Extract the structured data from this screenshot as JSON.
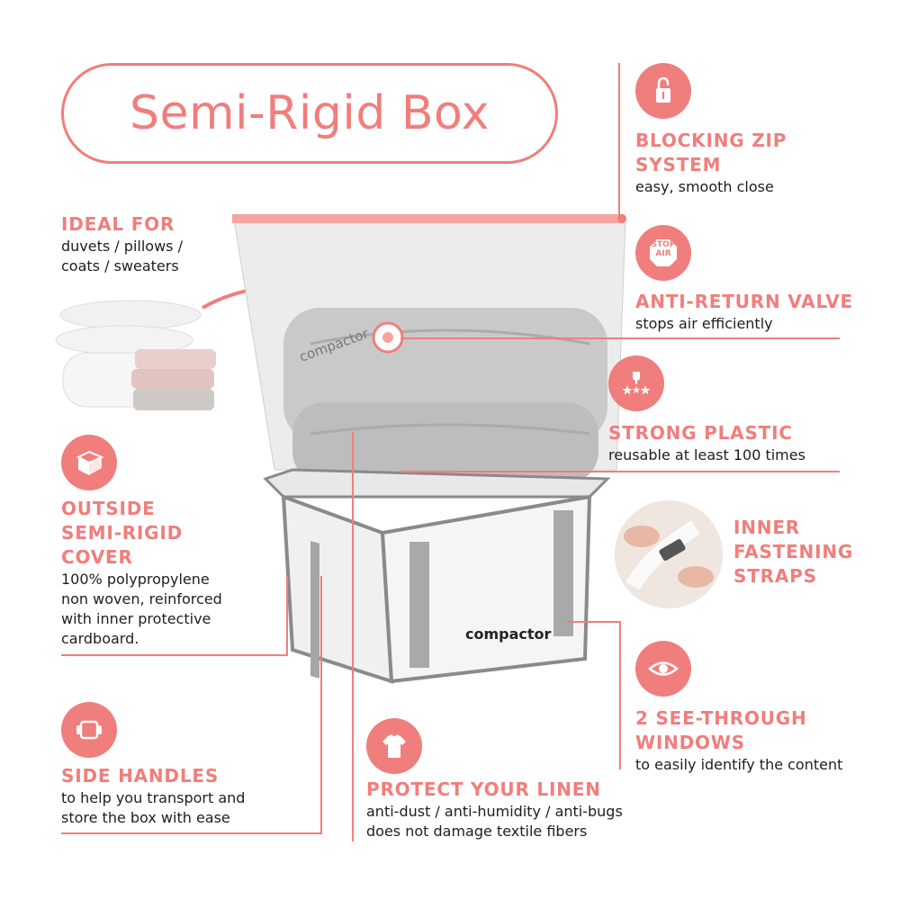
{
  "title": "Semi-Rigid Box",
  "colors": {
    "accent": "#f07e7c",
    "text": "#1e1e1e",
    "box_border": "#8a8a8a",
    "bag": "#d8d8d8"
  },
  "ideal_for": {
    "heading": "IDEAL FOR",
    "line1": "duvets / pillows /",
    "line2": "coats / sweaters"
  },
  "outside_cover": {
    "heading1": "OUTSIDE",
    "heading2": "SEMI-RIGID",
    "heading3": "COVER",
    "line1": "100% polypropylene",
    "line2": "non woven, reinforced",
    "line3": "with inner protective",
    "line4": "cardboard.",
    "icon": "box-cover-icon"
  },
  "side_handles": {
    "heading": "SIDE HANDLES",
    "line1": "to help you transport and",
    "line2": "store the box with ease",
    "icon": "handles-icon"
  },
  "protect_linen": {
    "heading": "PROTECT YOUR LINEN",
    "line1": "anti-dust / anti-humidity / anti-bugs",
    "line2": "does not damage textile fibers",
    "icon": "tshirt-icon"
  },
  "blocking_zip": {
    "heading1": "BLOCKING ZIP",
    "heading2": "SYSTEM",
    "desc": "easy, smooth close",
    "icon": "zipper-icon"
  },
  "anti_return": {
    "heading": "ANTI-RETURN VALVE",
    "desc": "stops air efficiently",
    "icon": "stop-air-icon",
    "icon_text1": "STOP",
    "icon_text2": "AIR"
  },
  "strong_plastic": {
    "heading": "STRONG PLASTIC",
    "desc": "reusable at least 100 times",
    "icon": "trophy-stars-icon"
  },
  "inner_straps": {
    "heading1": "INNER",
    "heading2": "FASTENING",
    "heading3": "STRAPS"
  },
  "see_through": {
    "heading1": "2 SEE-THROUGH",
    "heading2": "WINDOWS",
    "desc": "to easily identify the content",
    "icon": "eye-icon"
  },
  "brand": {
    "bag_logo": "compactor",
    "box_logo": "compactor"
  }
}
